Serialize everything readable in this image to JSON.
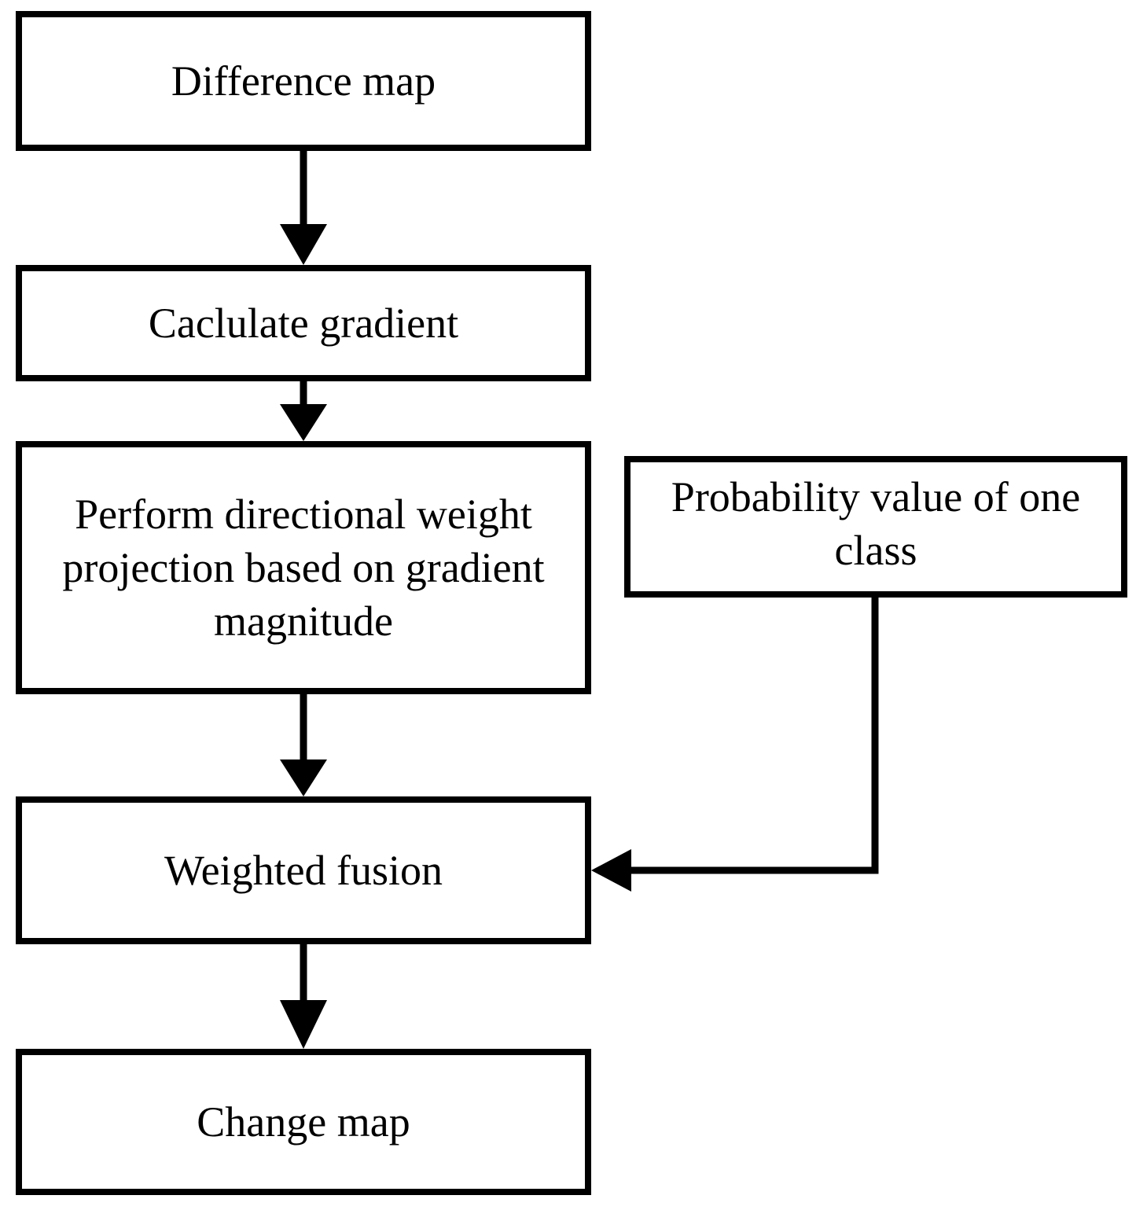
{
  "nodes": {
    "difference_map": "Difference map",
    "calculate_gradient": "Caclulate gradient",
    "projection": "Perform directional weight projection based on gradient magnitude",
    "probability": "Probability value of one class",
    "weighted_fusion": "Weighted fusion",
    "change_map": "Change map"
  },
  "colors": {
    "stroke": "#000000",
    "background": "#ffffff"
  }
}
